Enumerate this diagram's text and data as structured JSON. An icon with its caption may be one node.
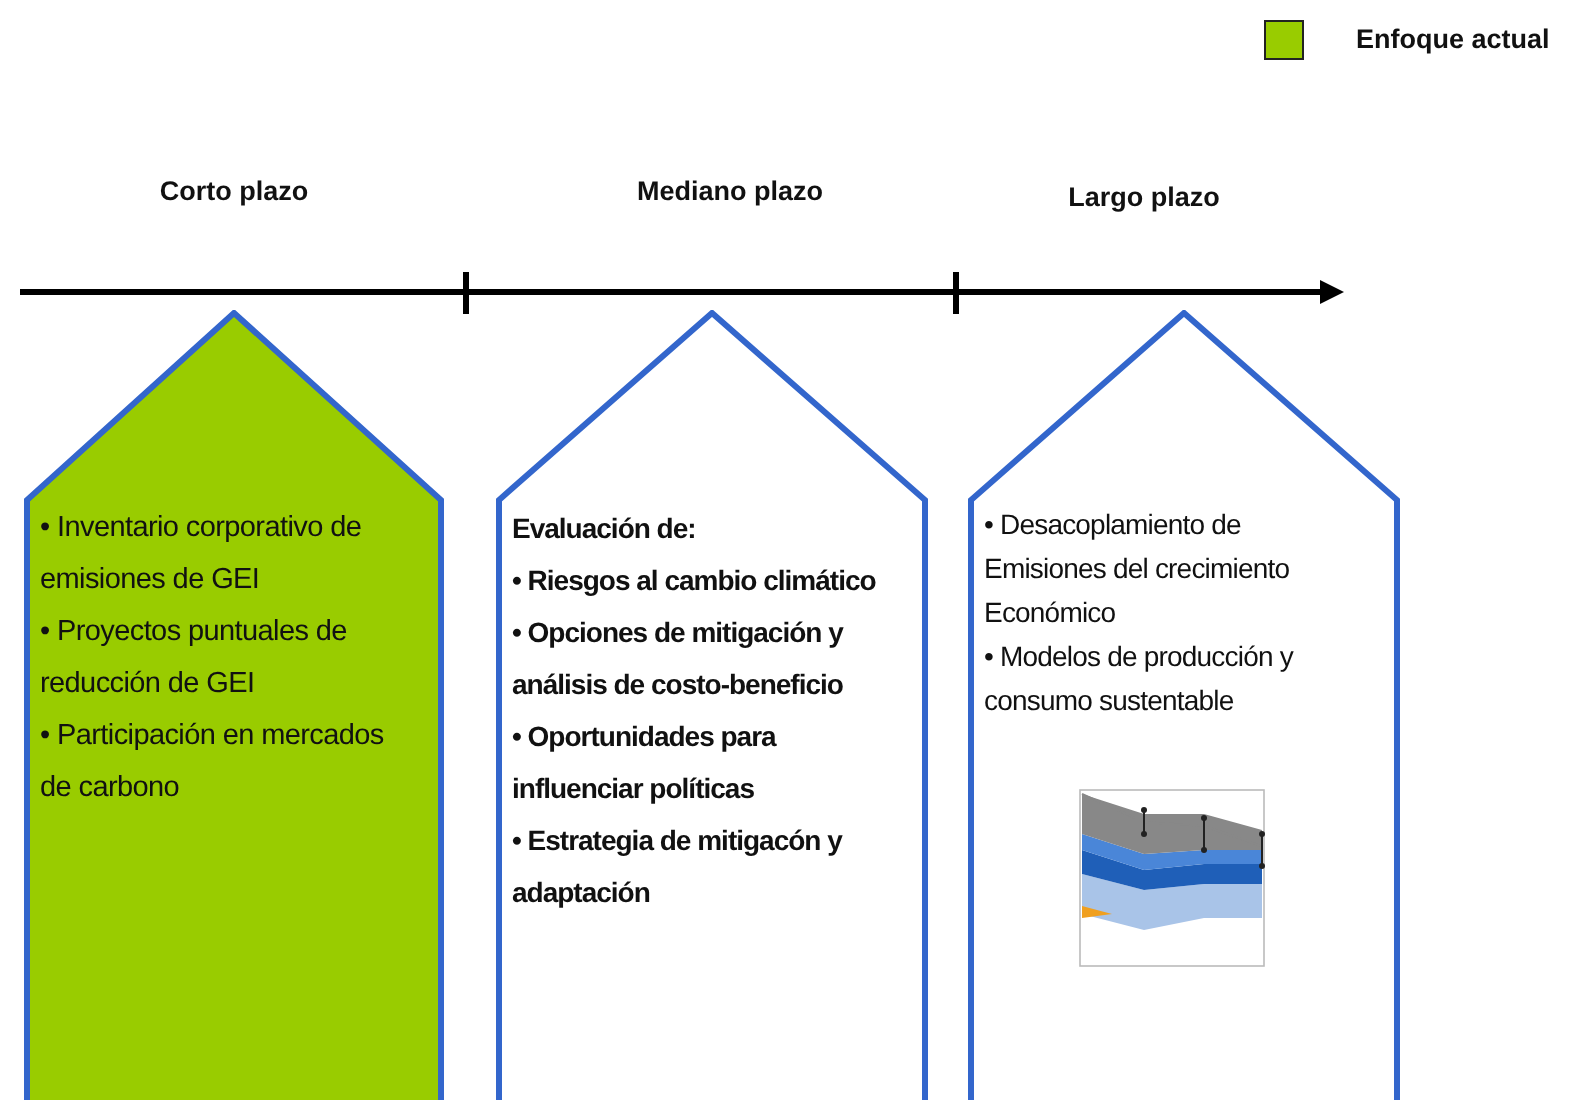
{
  "diagram": {
    "nodes": [
      {
        "text": [
          "• Inventario corporativo de emisiones de GEI",
          "• Proyectos puntuales de reducción de GEI",
          "• Participación en mercados de carbono"
        ]
      },
      {
        "text": [
          "Evaluación de:",
          "• Riesgos al cambio climático",
          "• Opciones de mitigación y análisis de costo-beneficio",
          "• Oportunidades para influenciar políticas",
          "• Estrategia de mitigacón y adaptación"
        ]
      },
      {
        "text": [
          "• Desacoplamiento de Emisiones del crecimiento Económico",
          "• Modelos de producción y consumo sustentable"
        ]
      }
    ],
    "labels": [
      "Corto plazo",
      "Mediano plazo",
      "Largo plazo"
    ],
    "legend": [
      {
        "text": "Enfoque actual",
        "color": "#99cc00"
      }
    ]
  }
}
